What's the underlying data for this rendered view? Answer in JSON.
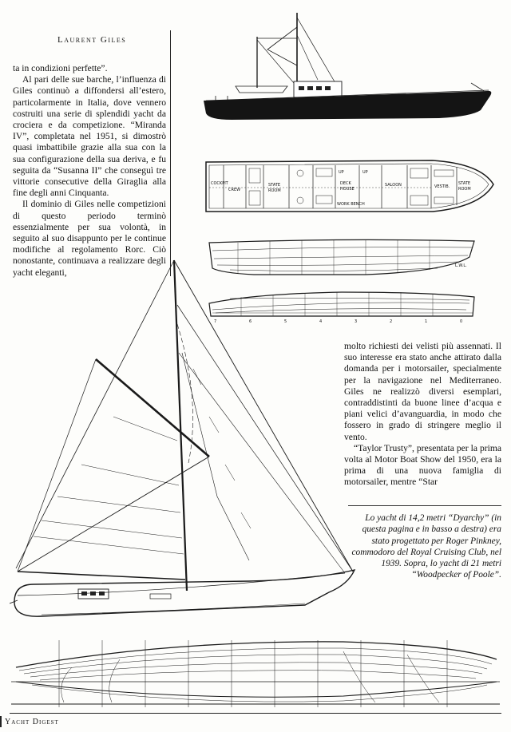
{
  "header": {
    "author": "Laurent Giles"
  },
  "column_left": {
    "paragraphs": [
      "ta in condizioni perfette”.",
      "Al pari delle sue barche, l’influenza di Giles continuò a diffondersi all’estero, particolarmente in Italia, dove vennero costruiti una serie di splendidi yacht da crociera e da competizione. “Miranda IV”, completata nel 1951, si dimostrò quasi imbattibile grazie alla sua con la sua configurazione della sua deriva, e fu seguita da “Susanna II” che conseguì tre vittorie consecutive della Giraglia alla fine degli anni Cinquanta.",
      "Il dominio di Giles nelle competizioni di questo periodo terminò essenzialmente per sua volontà, in seguito al suo disappunto per le continue modifiche al regolamento Rorc. Ciò nonostante, continuava a realizzare degli yacht eleganti,"
    ]
  },
  "column_right": {
    "paragraphs": [
      "molto richiesti dei velisti più assennati. Il suo interesse era stato anche attirato dalla domanda per i motorsailer, specialmente per la navigazione nel Mediterraneo. Giles ne realizzò diversi esemplari, contraddistinti da buone linee d’acqua e piani velici d’avanguardia, in modo che fossero in grado di stringere meglio il vento.",
      "“Taylor Trusty”, presentata per la prima volta al Motor Boat Show del 1950, era la prima di una nuova famiglia di motorsailer, mentre “Star"
    ]
  },
  "caption": {
    "text": "Lo yacht di 14,2 metri “Dyarchy” (in questa pagina e in basso a destra) era stato progettato per Roger Pinkney, commodoro del Royal Cruising Club, nel 1939. Sopra, lo yacht di 21 metri “Woodpecker of Poole”."
  },
  "plan_labels": {
    "cockpit": "COCKPIT",
    "crew": "CREW",
    "state_room_1": "STATE",
    "state_room_1b": "ROOM",
    "up": "UP",
    "deck_house": "DECK",
    "deck_house_b": "HOUSE",
    "up2": "UP",
    "saloon": "SALOON",
    "vestib": "VESTIB.",
    "state_room_2": "STATE",
    "state_room_2b": "ROOM",
    "work_bench": "WORK BENCH",
    "lwl": "L.W.L.",
    "station_numbers": [
      "7",
      "6",
      "5",
      "4",
      "3",
      "2",
      "1",
      "0"
    ]
  },
  "footer": {
    "magazine": "Yacht Digest"
  }
}
